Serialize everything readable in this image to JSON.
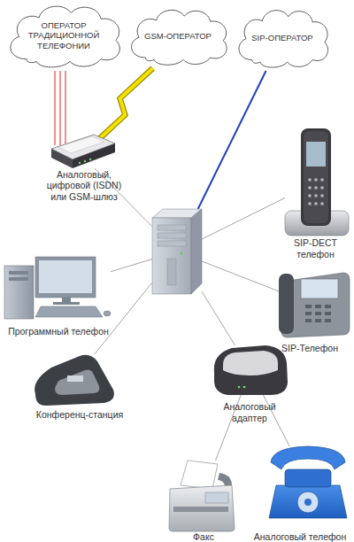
{
  "diagram": {
    "nodes": [
      {
        "text": [
          "ОПЕРАТОР ТРАДИЦИОННОЙ ТЕЛЕФОНИИ"
        ]
      },
      {
        "text": [
          "GSM-ОПЕРАТОР"
        ]
      },
      {
        "text": [
          "SIP-ОПЕРАТОР"
        ]
      },
      {
        "text": [
          "Аналоговый, цифровой (ISDN) или GSM-шлюз"
        ]
      },
      {
        "text": [
          "SIP-DECT телефон"
        ]
      },
      {
        "text": []
      },
      {
        "text": [
          "Программный телефон"
        ]
      },
      {
        "text": [
          "SIP-Телефон"
        ]
      },
      {
        "text": [
          "Конференц-станция"
        ]
      },
      {
        "text": [
          "Аналоговый адаптер"
        ]
      },
      {
        "text": [
          "Факс"
        ]
      },
      {
        "text": [
          "Аналоговый телефон"
        ]
      }
    ],
    "edges": [
      {
        "from": 0,
        "to": 3,
        "arrow": "none"
      },
      {
        "from": 1,
        "to": 3,
        "arrow": "none"
      },
      {
        "from": 2,
        "to": 5,
        "arrow": "none"
      },
      {
        "from": 5,
        "to": 3,
        "arrow": "none"
      },
      {
        "from": 5,
        "to": 4,
        "arrow": "none"
      },
      {
        "from": 5,
        "to": 6,
        "arrow": "none"
      },
      {
        "from": 5,
        "to": 7,
        "arrow": "none"
      },
      {
        "from": 5,
        "to": 8,
        "arrow": "none"
      },
      {
        "from": 5,
        "to": 9,
        "arrow": "none"
      },
      {
        "from": 9,
        "to": 10,
        "arrow": "none"
      },
      {
        "from": 9,
        "to": 11,
        "arrow": "none"
      }
    ]
  }
}
